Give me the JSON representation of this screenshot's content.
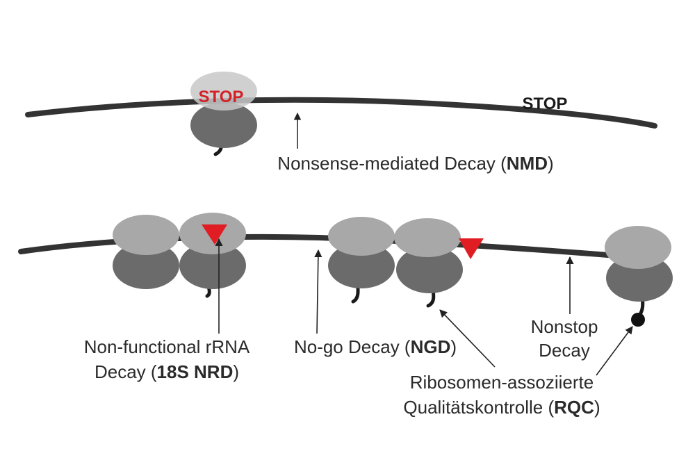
{
  "colors": {
    "mrna": "#333333",
    "large_subunit": "#a8a8a8",
    "small_subunit": "#6b6b6b",
    "faded_large_subunit": "#c8c8c8",
    "marker_red": "#e11d24",
    "arrow": "#222222"
  },
  "top": {
    "stop_in_ribosome": "STOP",
    "stop_on_mrna": "STOP",
    "nmd": {
      "prefix": "Nonsense-mediated Decay (",
      "abbr": "NMD",
      "suffix": ")"
    }
  },
  "bottom": {
    "nrd": {
      "line1": "Non-functional rRNA",
      "line2_prefix": "Decay (",
      "line2_abbr": "18S NRD",
      "line2_suffix": ")"
    },
    "ngd": {
      "prefix": "No-go Decay (",
      "abbr": "NGD",
      "suffix": ")"
    },
    "nonstop": {
      "line1": "Nonstop",
      "line2": "Decay"
    },
    "rqc": {
      "line1": "Ribosomen-assoziierte",
      "line2_prefix": "Qualitätskontrolle (",
      "line2_abbr": "RQC",
      "line2_suffix": ")"
    }
  }
}
